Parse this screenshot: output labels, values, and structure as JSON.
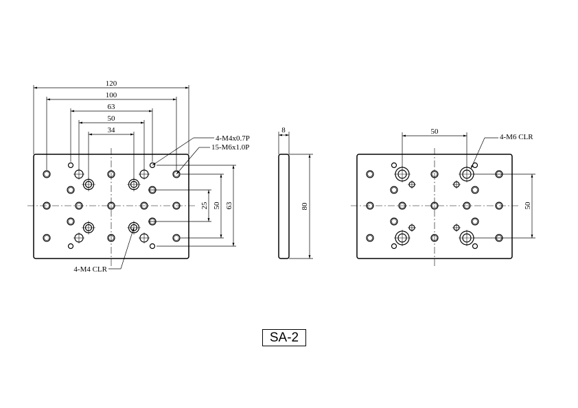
{
  "dimensions": {
    "top": {
      "width_120": "120",
      "width_100": "100",
      "width_63": "63",
      "width_50": "50",
      "width_34": "34"
    },
    "side_height_25": "25",
    "side_height_50": "50",
    "side_height_63": "63",
    "thickness": "8",
    "height": "80",
    "right_width": "50",
    "right_height": "50"
  },
  "callouts": {
    "m4_tapped": "4-M4x0.7P",
    "m6_tapped": "15-M6x1.0P",
    "m4_clearance": "4-M4 CLR",
    "m6_clearance": "4-M6 CLR"
  },
  "title": "SA-2"
}
